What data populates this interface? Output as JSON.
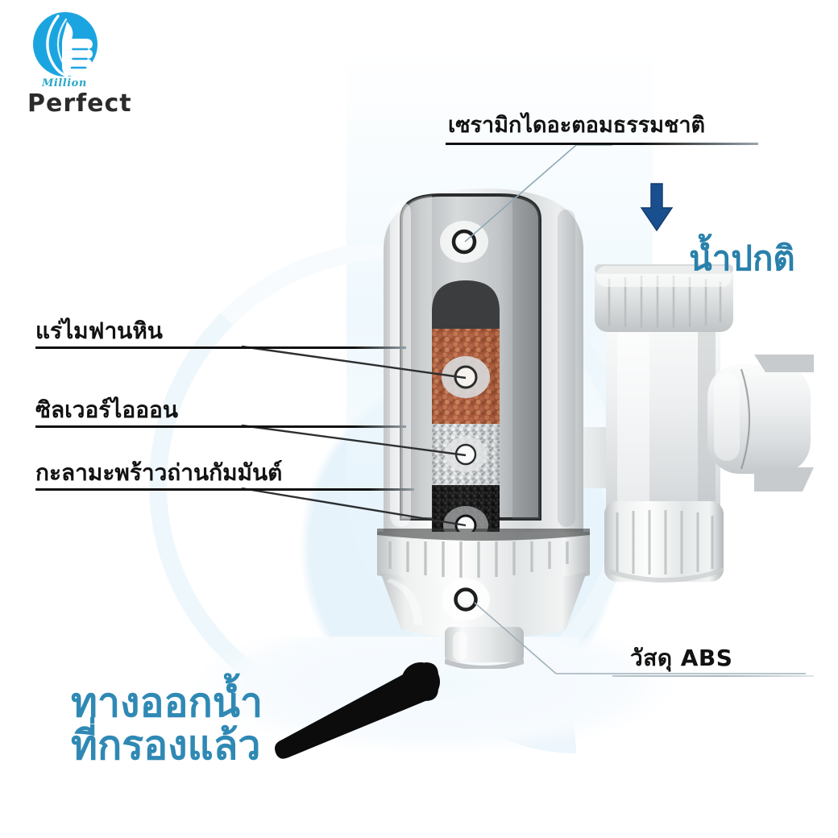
{
  "meta": {
    "title": "Faucet Water Filter Cutaway Diagram",
    "background_color": "#ffffff",
    "accent_blue": "#2f89b4",
    "arrow_blue": "#1a4f8f",
    "logo_blue": "#1ba5e0",
    "label_black": "#111111"
  },
  "logo": {
    "mark_name": "thumbs-up-in-circle",
    "script_text": "Million",
    "wordmark_text": "Perfect",
    "script_color": "#2aa8c9",
    "wordmark_color": "#2b2b2b",
    "circle_color": "#1ba5e0"
  },
  "callouts": [
    {
      "id": "ceramic",
      "text": "เซรามิกไดอะตอมธรรมชาติ",
      "style": "black-underline",
      "position": "top-right",
      "leader_target": "upper-port-hole"
    },
    {
      "id": "maifan",
      "text": "แร่ไมฟานหิน",
      "style": "black-underline",
      "position": "left-1",
      "leader_target": "maifan-stone-layer"
    },
    {
      "id": "silver",
      "text": "ซิลเวอร์ไอออน",
      "style": "black-underline",
      "position": "left-2",
      "leader_target": "silver-ion-layer"
    },
    {
      "id": "carbon",
      "text": "กะลามะพร้าวถ่านกัมมันต์",
      "style": "black-underline",
      "position": "left-3",
      "leader_target": "activated-carbon-layer"
    },
    {
      "id": "abs",
      "text": "วัสดุ  ABS",
      "style": "black-underline",
      "position": "bottom-right",
      "leader_target": "housing-port-hole"
    }
  ],
  "highlights": [
    {
      "id": "normal-water",
      "text": "น้ำปกติ",
      "color": "#2980ab",
      "icon": "arrow-down-icon",
      "icon_color": "#1a4f8f",
      "position": "right"
    },
    {
      "id": "filtered-outlet",
      "line1": "ทางออกน้ำ",
      "line2": "ที่กรองแล้ว",
      "color": "#2f89b4",
      "position": "bottom-left",
      "pointer": "black-tapered-pointer"
    }
  ],
  "product": {
    "name": "faucet-mounted-water-purifier",
    "parts": [
      {
        "name": "filter-cylinder-housing",
        "color": "#d9dcdd"
      },
      {
        "name": "cutaway-window",
        "color": "#7f8285"
      },
      {
        "name": "maifan-stone-granules",
        "color": "#a4583a"
      },
      {
        "name": "silver-ion-media",
        "color": "#c9cbcd"
      },
      {
        "name": "activated-carbon-media",
        "color": "#1e1e1e"
      },
      {
        "name": "ribbed-collar-ring",
        "color": "#e2e4e5"
      },
      {
        "name": "water-outlet-spout",
        "color": "#d4d7d8"
      },
      {
        "name": "threaded-cap-nut",
        "color": "#d7dadb"
      },
      {
        "name": "diverter-valve-body",
        "color": "#e6e8e9"
      },
      {
        "name": "tap-adapter-nut",
        "color": "#d3d6d7"
      },
      {
        "name": "port-hole-upper",
        "color": "#ffffff"
      },
      {
        "name": "port-hole-lower",
        "color": "#ffffff"
      }
    ]
  }
}
